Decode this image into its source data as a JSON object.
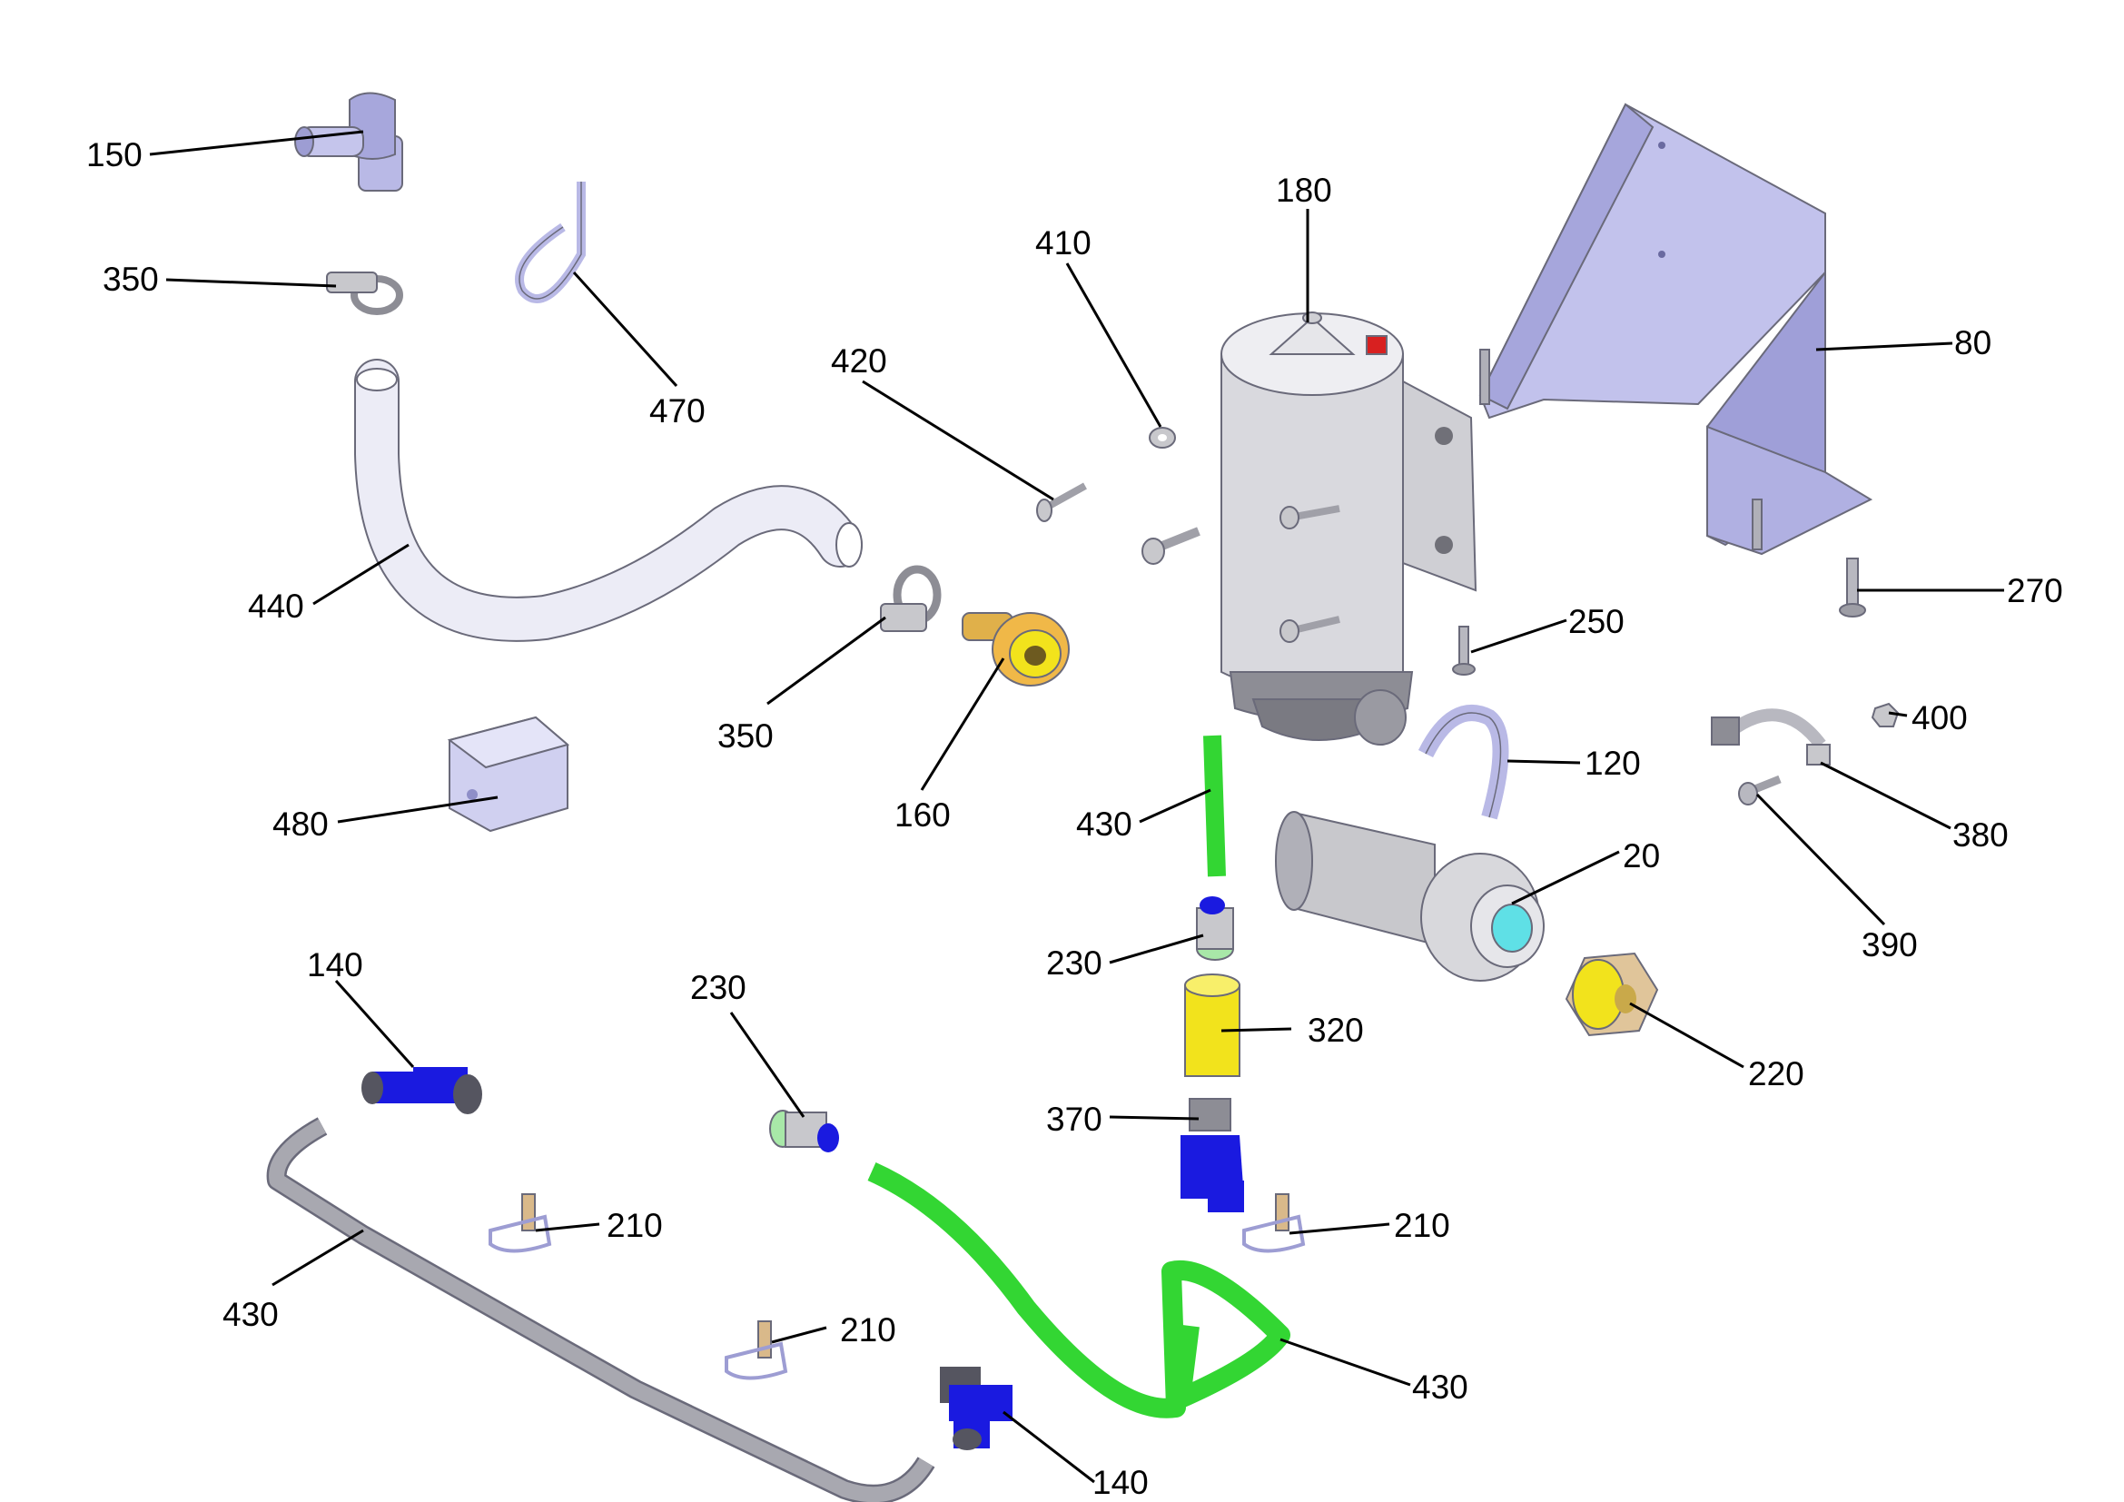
{
  "diagram": {
    "colors": {
      "lavender": "#b9b9e6",
      "lavender_dark": "#8f8fc8",
      "gray_part": "#c8c8cc",
      "gray_dark": "#8d8d95",
      "blue_fitting": "#1a1ae0",
      "green_tube": "#33d633",
      "yellow_part": "#f2e31c",
      "tan_part": "#e0c59a",
      "cyan_lens": "#5fe0e6",
      "red_switch": "#d82020"
    },
    "callouts": [
      {
        "id": "c150",
        "label": "150"
      },
      {
        "id": "c350a",
        "label": "350"
      },
      {
        "id": "c470",
        "label": "470"
      },
      {
        "id": "c440",
        "label": "440"
      },
      {
        "id": "c480",
        "label": "480"
      },
      {
        "id": "c350b",
        "label": "350"
      },
      {
        "id": "c160",
        "label": "160"
      },
      {
        "id": "c420",
        "label": "420"
      },
      {
        "id": "c410",
        "label": "410"
      },
      {
        "id": "c180",
        "label": "180"
      },
      {
        "id": "c80",
        "label": "80"
      },
      {
        "id": "c270",
        "label": "270"
      },
      {
        "id": "c250",
        "label": "250"
      },
      {
        "id": "c120",
        "label": "120"
      },
      {
        "id": "c400",
        "label": "400"
      },
      {
        "id": "c380",
        "label": "380"
      },
      {
        "id": "c390",
        "label": "390"
      },
      {
        "id": "c20",
        "label": "20"
      },
      {
        "id": "c220",
        "label": "220"
      },
      {
        "id": "c430a",
        "label": "430"
      },
      {
        "id": "c230a",
        "label": "230"
      },
      {
        "id": "c320",
        "label": "320"
      },
      {
        "id": "c370",
        "label": "370"
      },
      {
        "id": "c140a",
        "label": "140"
      },
      {
        "id": "c230b",
        "label": "230"
      },
      {
        "id": "c210a",
        "label": "210"
      },
      {
        "id": "c210b",
        "label": "210"
      },
      {
        "id": "c210c",
        "label": "210"
      },
      {
        "id": "c430b",
        "label": "430"
      },
      {
        "id": "c430c",
        "label": "430"
      },
      {
        "id": "c140b",
        "label": "140"
      }
    ]
  }
}
